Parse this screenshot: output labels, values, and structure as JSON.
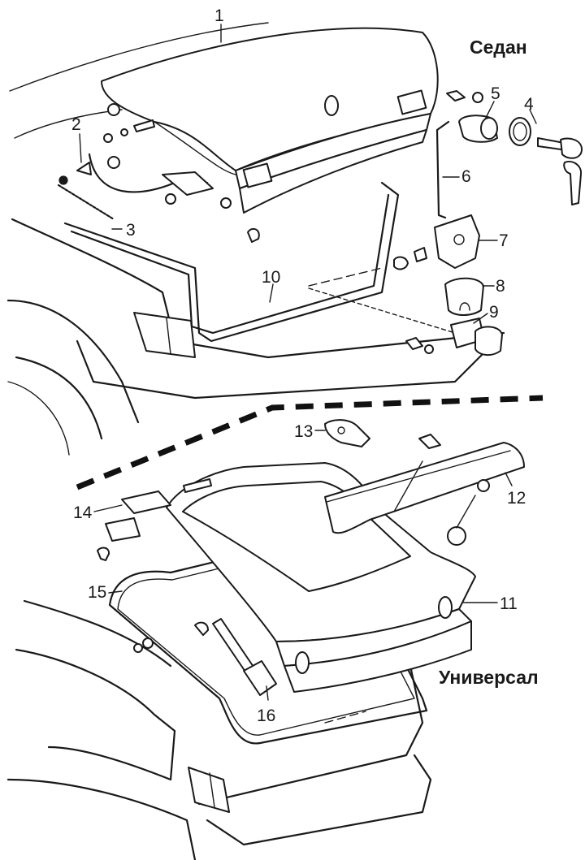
{
  "labels": {
    "sedan": "Седан",
    "wagon": "Универсал"
  },
  "callouts": [
    "1",
    "2",
    "3",
    "4",
    "5",
    "6",
    "7",
    "8",
    "9",
    "10",
    "11",
    "12",
    "13",
    "14",
    "15",
    "16"
  ],
  "colors": {
    "ink": "#1a1a1a",
    "paper": "#ffffff"
  }
}
